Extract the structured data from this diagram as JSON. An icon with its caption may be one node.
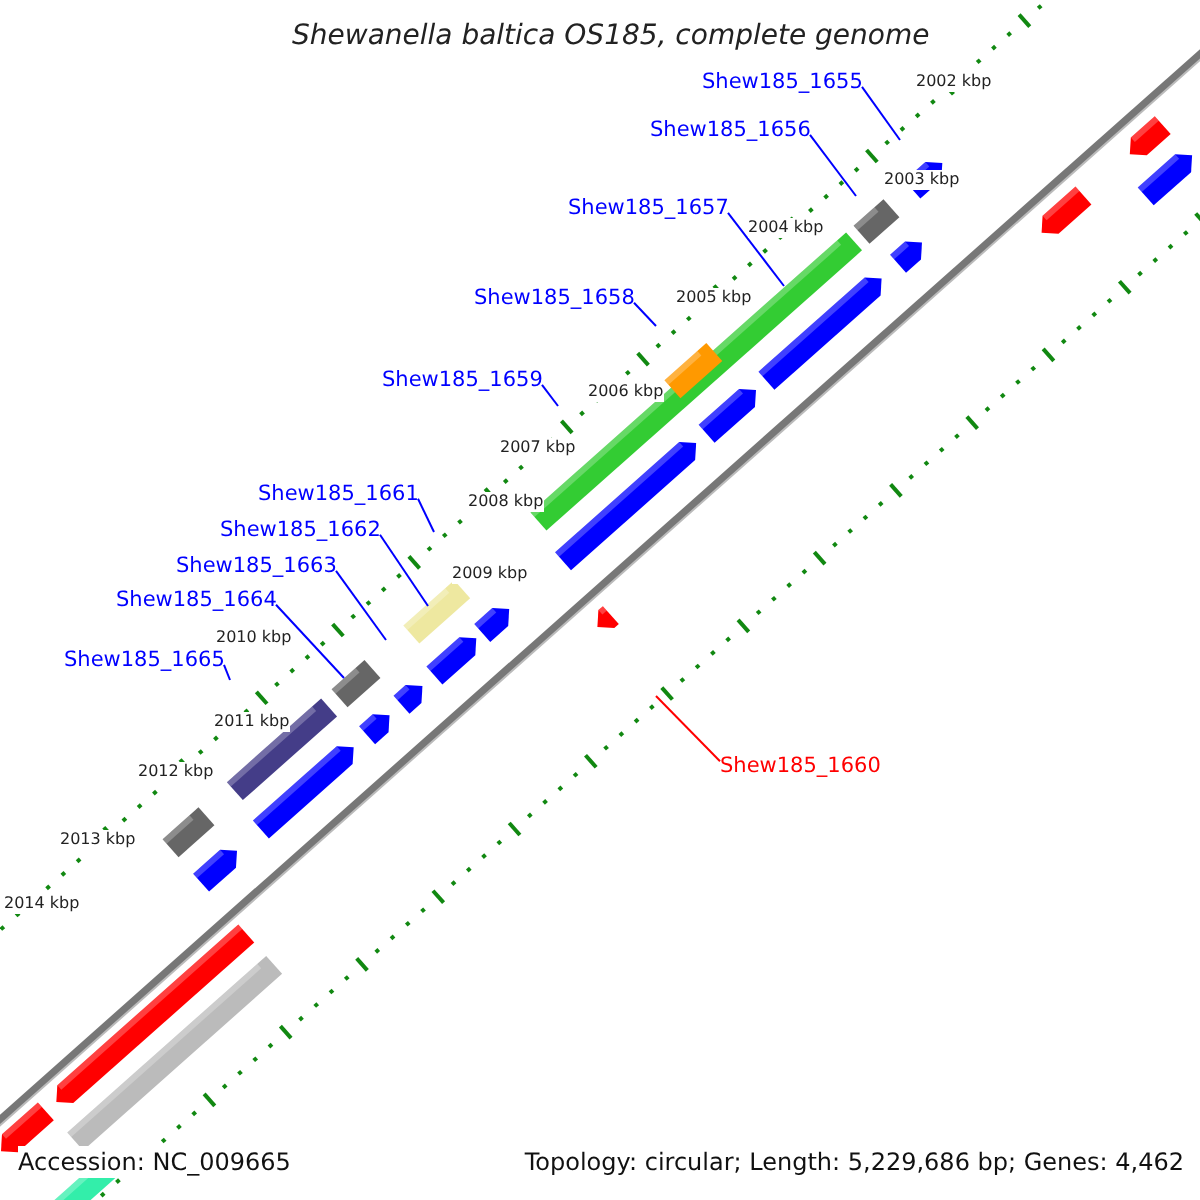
{
  "diagram": {
    "title": "Shewanella baltica OS185, complete genome",
    "nodes": [
      {
        "text": [
          "Shew185_1655"
        ]
      },
      {
        "text": [
          "Shew185_1656"
        ]
      },
      {
        "text": [
          "Shew185_1657"
        ]
      },
      {
        "text": [
          "Shew185_1658"
        ]
      },
      {
        "text": [
          "Shew185_1659"
        ]
      },
      {
        "text": [
          "Shew185_1661"
        ]
      },
      {
        "text": [
          "Shew185_1662"
        ]
      },
      {
        "text": [
          "Shew185_1663"
        ]
      },
      {
        "text": [
          "Shew185_1664"
        ]
      },
      {
        "text": [
          "Shew185_1665"
        ]
      },
      {
        "text": [
          "Shew185_1660"
        ]
      }
    ],
    "edges": [
      {
        "from": 0,
        "to": null,
        "arrow": "none"
      },
      {
        "from": 1,
        "to": null,
        "arrow": "none"
      },
      {
        "from": 2,
        "to": null,
        "arrow": "none"
      },
      {
        "from": 3,
        "to": null,
        "arrow": "none"
      },
      {
        "from": 4,
        "to": null,
        "arrow": "none"
      },
      {
        "from": 5,
        "to": null,
        "arrow": "none"
      },
      {
        "from": 6,
        "to": null,
        "arrow": "none"
      },
      {
        "from": 7,
        "to": null,
        "arrow": "none"
      },
      {
        "from": 8,
        "to": null,
        "arrow": "none"
      },
      {
        "from": 9,
        "to": null,
        "arrow": "none"
      },
      {
        "from": 10,
        "to": null,
        "arrow": "none",
        "color": "#ff0000"
      }
    ],
    "labels": [
      "2002 kbp",
      "2003 kbp",
      "2004 kbp",
      "2005 kbp",
      "2006 kbp",
      "2007 kbp",
      "2008 kbp",
      "2009 kbp",
      "2010 kbp",
      "2011 kbp",
      "2012 kbp",
      "2013 kbp",
      "2014 kbp",
      "Accession: NC_009665",
      "Topology: circular; Length: 5,229,686 bp; Genes: 4,462"
    ]
  }
}
